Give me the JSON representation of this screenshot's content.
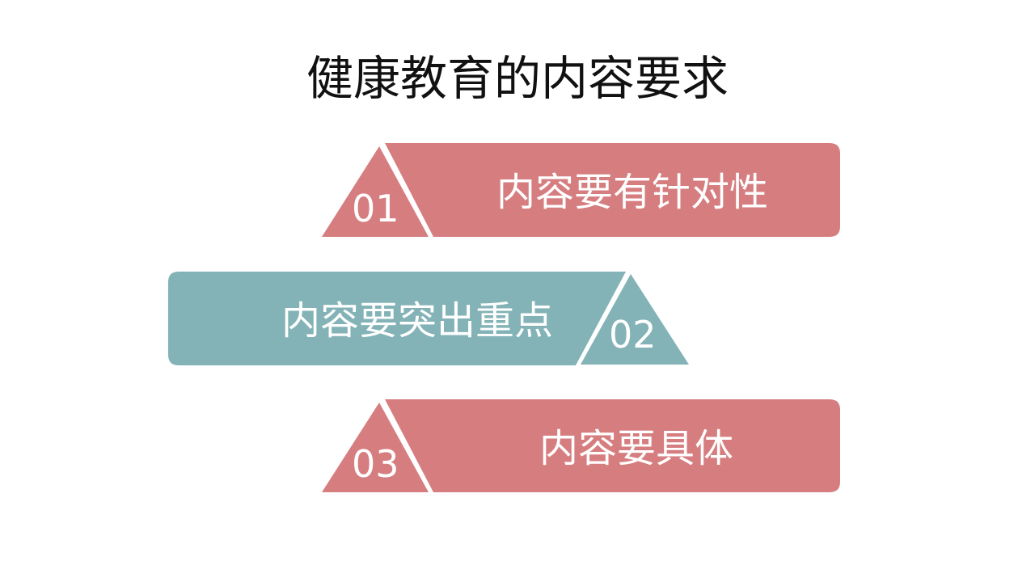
{
  "slide": {
    "title": "健康教育的内容要求"
  },
  "colors": {
    "pink": "#D67D80",
    "teal": "#83B3B6",
    "background": "#FFFFFF",
    "text_light": "#FFFFFF",
    "text_dark": "#111111"
  },
  "items": [
    {
      "number": "01",
      "label": "内容要有针对性",
      "color": "pink"
    },
    {
      "number": "02",
      "label": "内容要突出重点",
      "color": "teal"
    },
    {
      "number": "03",
      "label": "内容要具体",
      "color": "pink"
    }
  ]
}
